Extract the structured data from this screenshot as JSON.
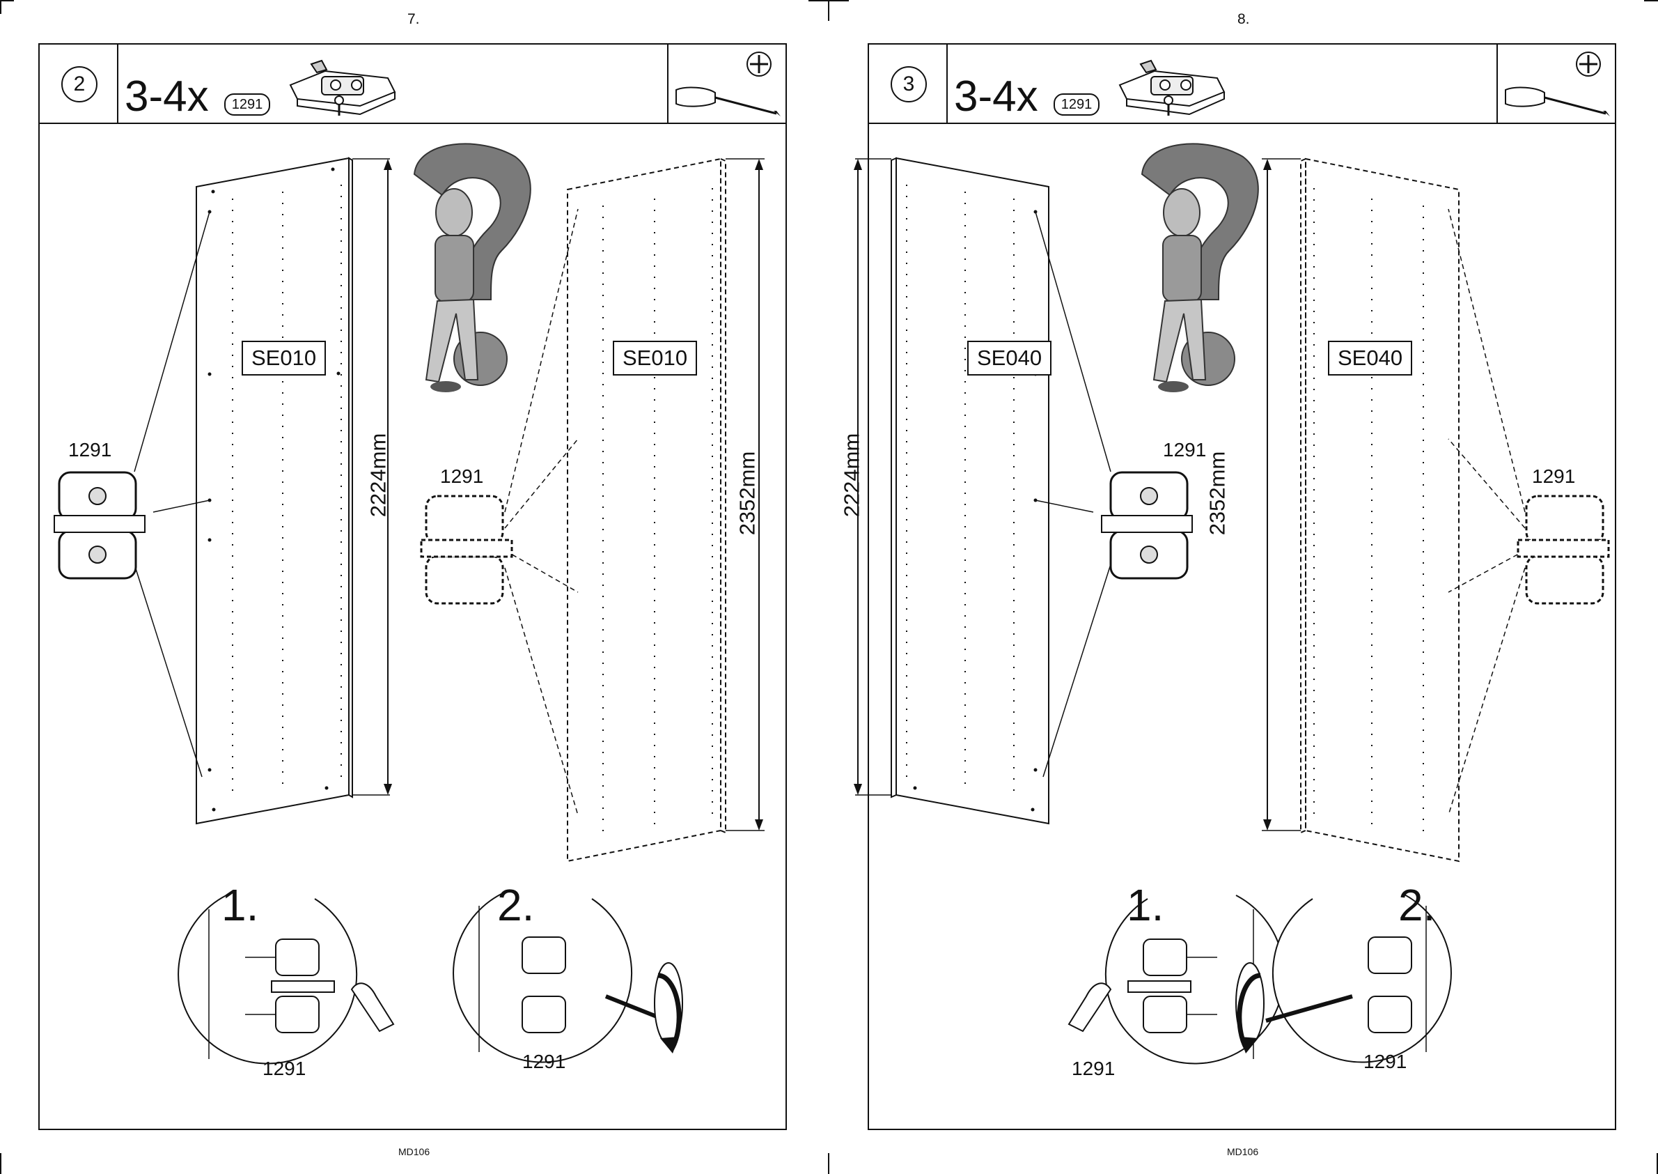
{
  "pages": [
    {
      "page_number": "7.",
      "footer_code": "MD106",
      "step_number": "2",
      "quantity": "3-4x",
      "part_code": "1291",
      "panel_label_short": "SE010",
      "panel_label_tall": "SE010",
      "dim_short": "2224mm",
      "dim_tall": "2352mm",
      "part_label_short_panel": "1291",
      "part_label_tall_panel": "1291",
      "substep_1": "1.",
      "substep_2": "2.",
      "detail_part_1": "1291",
      "detail_part_2": "1291"
    },
    {
      "page_number": "8.",
      "footer_code": "MD106",
      "step_number": "3",
      "quantity": "3-4x",
      "part_code": "1291",
      "panel_label_short": "SE040",
      "panel_label_tall": "SE040",
      "dim_short": "2224mm",
      "dim_tall": "2352mm",
      "part_label_short_panel": "1291",
      "part_label_tall_panel": "1291",
      "substep_1": "1.",
      "substep_2": "2.",
      "detail_part_1": "1291",
      "detail_part_2": "1291"
    }
  ],
  "icons": {
    "hinge": "hinge-plate-icon",
    "screwdriver": "phillips-screwdriver-icon",
    "phillips": "phillips-head-icon",
    "mascot": "handyman-question-mark-illustration",
    "rotate": "rotate-arrow-icon",
    "finger": "finger-press-icon"
  },
  "colors": {
    "ink": "#111111",
    "paper": "#ffffff",
    "mascot_grey": "#7a7a7a"
  }
}
